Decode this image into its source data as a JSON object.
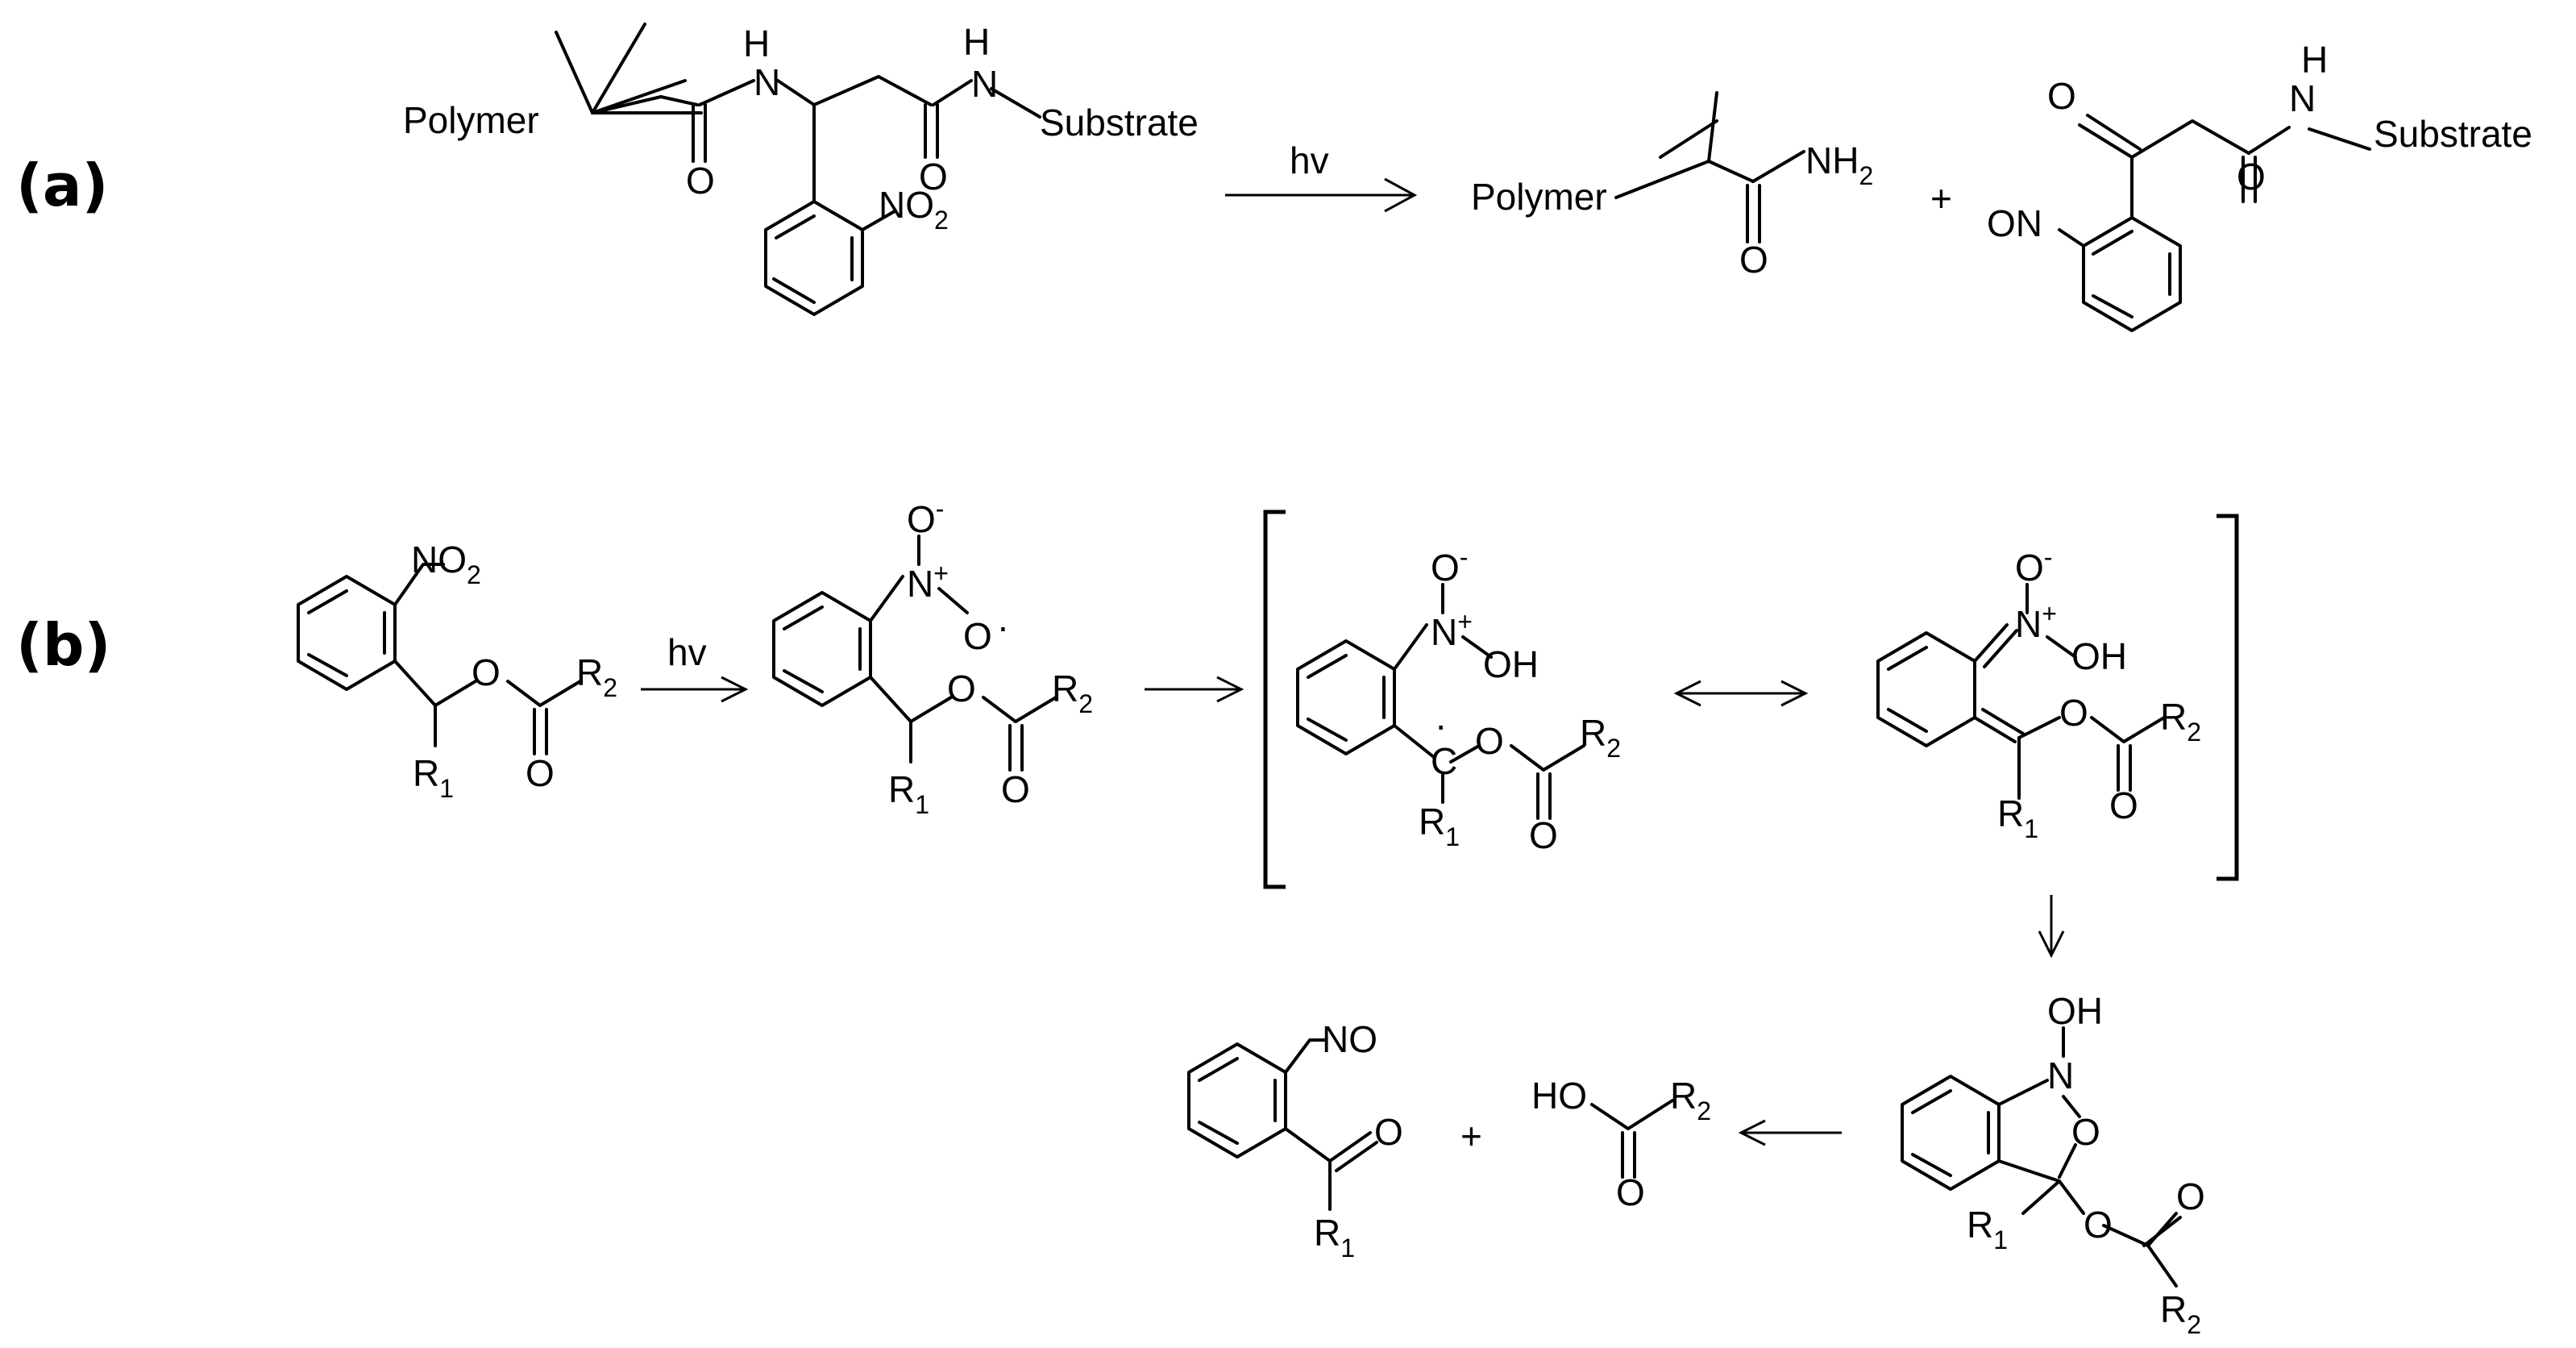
{
  "panels": {
    "a": "(a)",
    "b": "(b)"
  },
  "panel_a": {
    "reactant": {
      "polymer": "Polymer",
      "nh_left": "H",
      "n_left": "N",
      "o_left": "O",
      "nh_right": "H",
      "n_right": "N",
      "o_right": "O",
      "substrate": "Substrate",
      "nitro": "NO",
      "nitro_sub": "2"
    },
    "arrow_label": "hv",
    "product1": {
      "polymer": "Polymer",
      "amine": "NH",
      "amine_sub": "2",
      "o": "O"
    },
    "plus": "+",
    "product2": {
      "o_ketone": "O",
      "nh": "H",
      "n": "N",
      "o_amide": "O",
      "substrate": "Substrate",
      "on": "ON"
    }
  },
  "panel_b": {
    "start": {
      "nitro": "NO",
      "nitro_sub": "2",
      "o": "O",
      "r2": "R",
      "r2_sub": "2",
      "r1": "R",
      "r1_sub": "1",
      "carbonyl_o": "O"
    },
    "arrow_label": "hv",
    "excited": {
      "o_top": "O",
      "minus": "-",
      "n": "N",
      "plus_charge": "+",
      "o_side": "O",
      "dot": "·",
      "o": "O",
      "r2": "R",
      "r2_sub": "2",
      "r1": "R",
      "r1_sub": "1",
      "carbonyl_o": "O"
    },
    "radical": {
      "o_top": "O",
      "minus": "-",
      "n": "N",
      "plus_charge": "+",
      "oh": "OH",
      "c": "C",
      "dot": "·",
      "o": "O",
      "r2": "R",
      "r2_sub": "2",
      "r1": "R",
      "r1_sub": "1",
      "carbonyl_o": "O"
    },
    "resonance_arrow": "↔",
    "quinoid": {
      "o_top": "O",
      "minus": "-",
      "n": "N",
      "plus_charge": "+",
      "oh": "OH",
      "o": "O",
      "r2": "R",
      "r2_sub": "2",
      "r1": "R",
      "r1_sub": "1",
      "carbonyl_o": "O"
    },
    "cyclic": {
      "oh": "OH",
      "n": "N",
      "o_ring": "O",
      "r1": "R",
      "r1_sub": "1",
      "o": "O",
      "carbonyl_o": "O",
      "r2": "R",
      "r2_sub": "2"
    },
    "product_nitroso": {
      "no": "NO",
      "o": "O",
      "r1": "R",
      "r1_sub": "1"
    },
    "plus": "+",
    "product_acid": {
      "ho": "HO",
      "r2": "R",
      "r2_sub": "2",
      "o": "O"
    }
  }
}
